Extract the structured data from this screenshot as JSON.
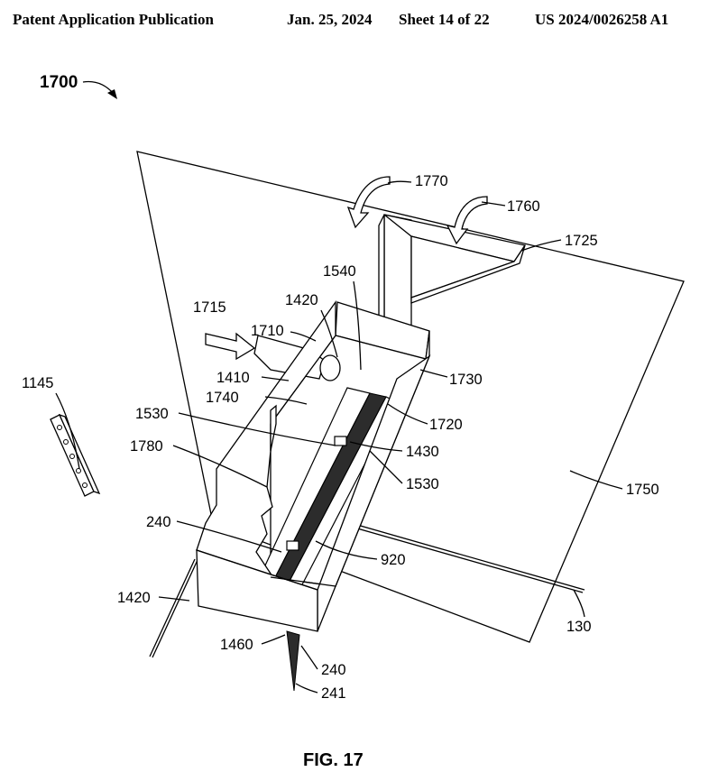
{
  "header": {
    "title": "Patent Application Publication",
    "date": "Jan. 25, 2024",
    "sheet": "Sheet 14 of 22",
    "number": "US 2024/0026258 A1"
  },
  "figure": {
    "reference": "1700",
    "caption": "FIG. 17",
    "labels": {
      "l1770": "1770",
      "l1760": "1760",
      "l1725": "1725",
      "l1540": "1540",
      "l1420a": "1420",
      "l1715": "1715",
      "l1710": "1710",
      "l1410": "1410",
      "l1740": "1740",
      "l1730": "1730",
      "l1145": "1145",
      "l1530a": "1530",
      "l1720": "1720",
      "l1430": "1430",
      "l1780": "1780",
      "l1530b": "1530",
      "l1750": "1750",
      "l240a": "240",
      "l920": "920",
      "l1420b": "1420",
      "l130": "130",
      "l1460": "1460",
      "l240b": "240",
      "l241": "241"
    }
  }
}
